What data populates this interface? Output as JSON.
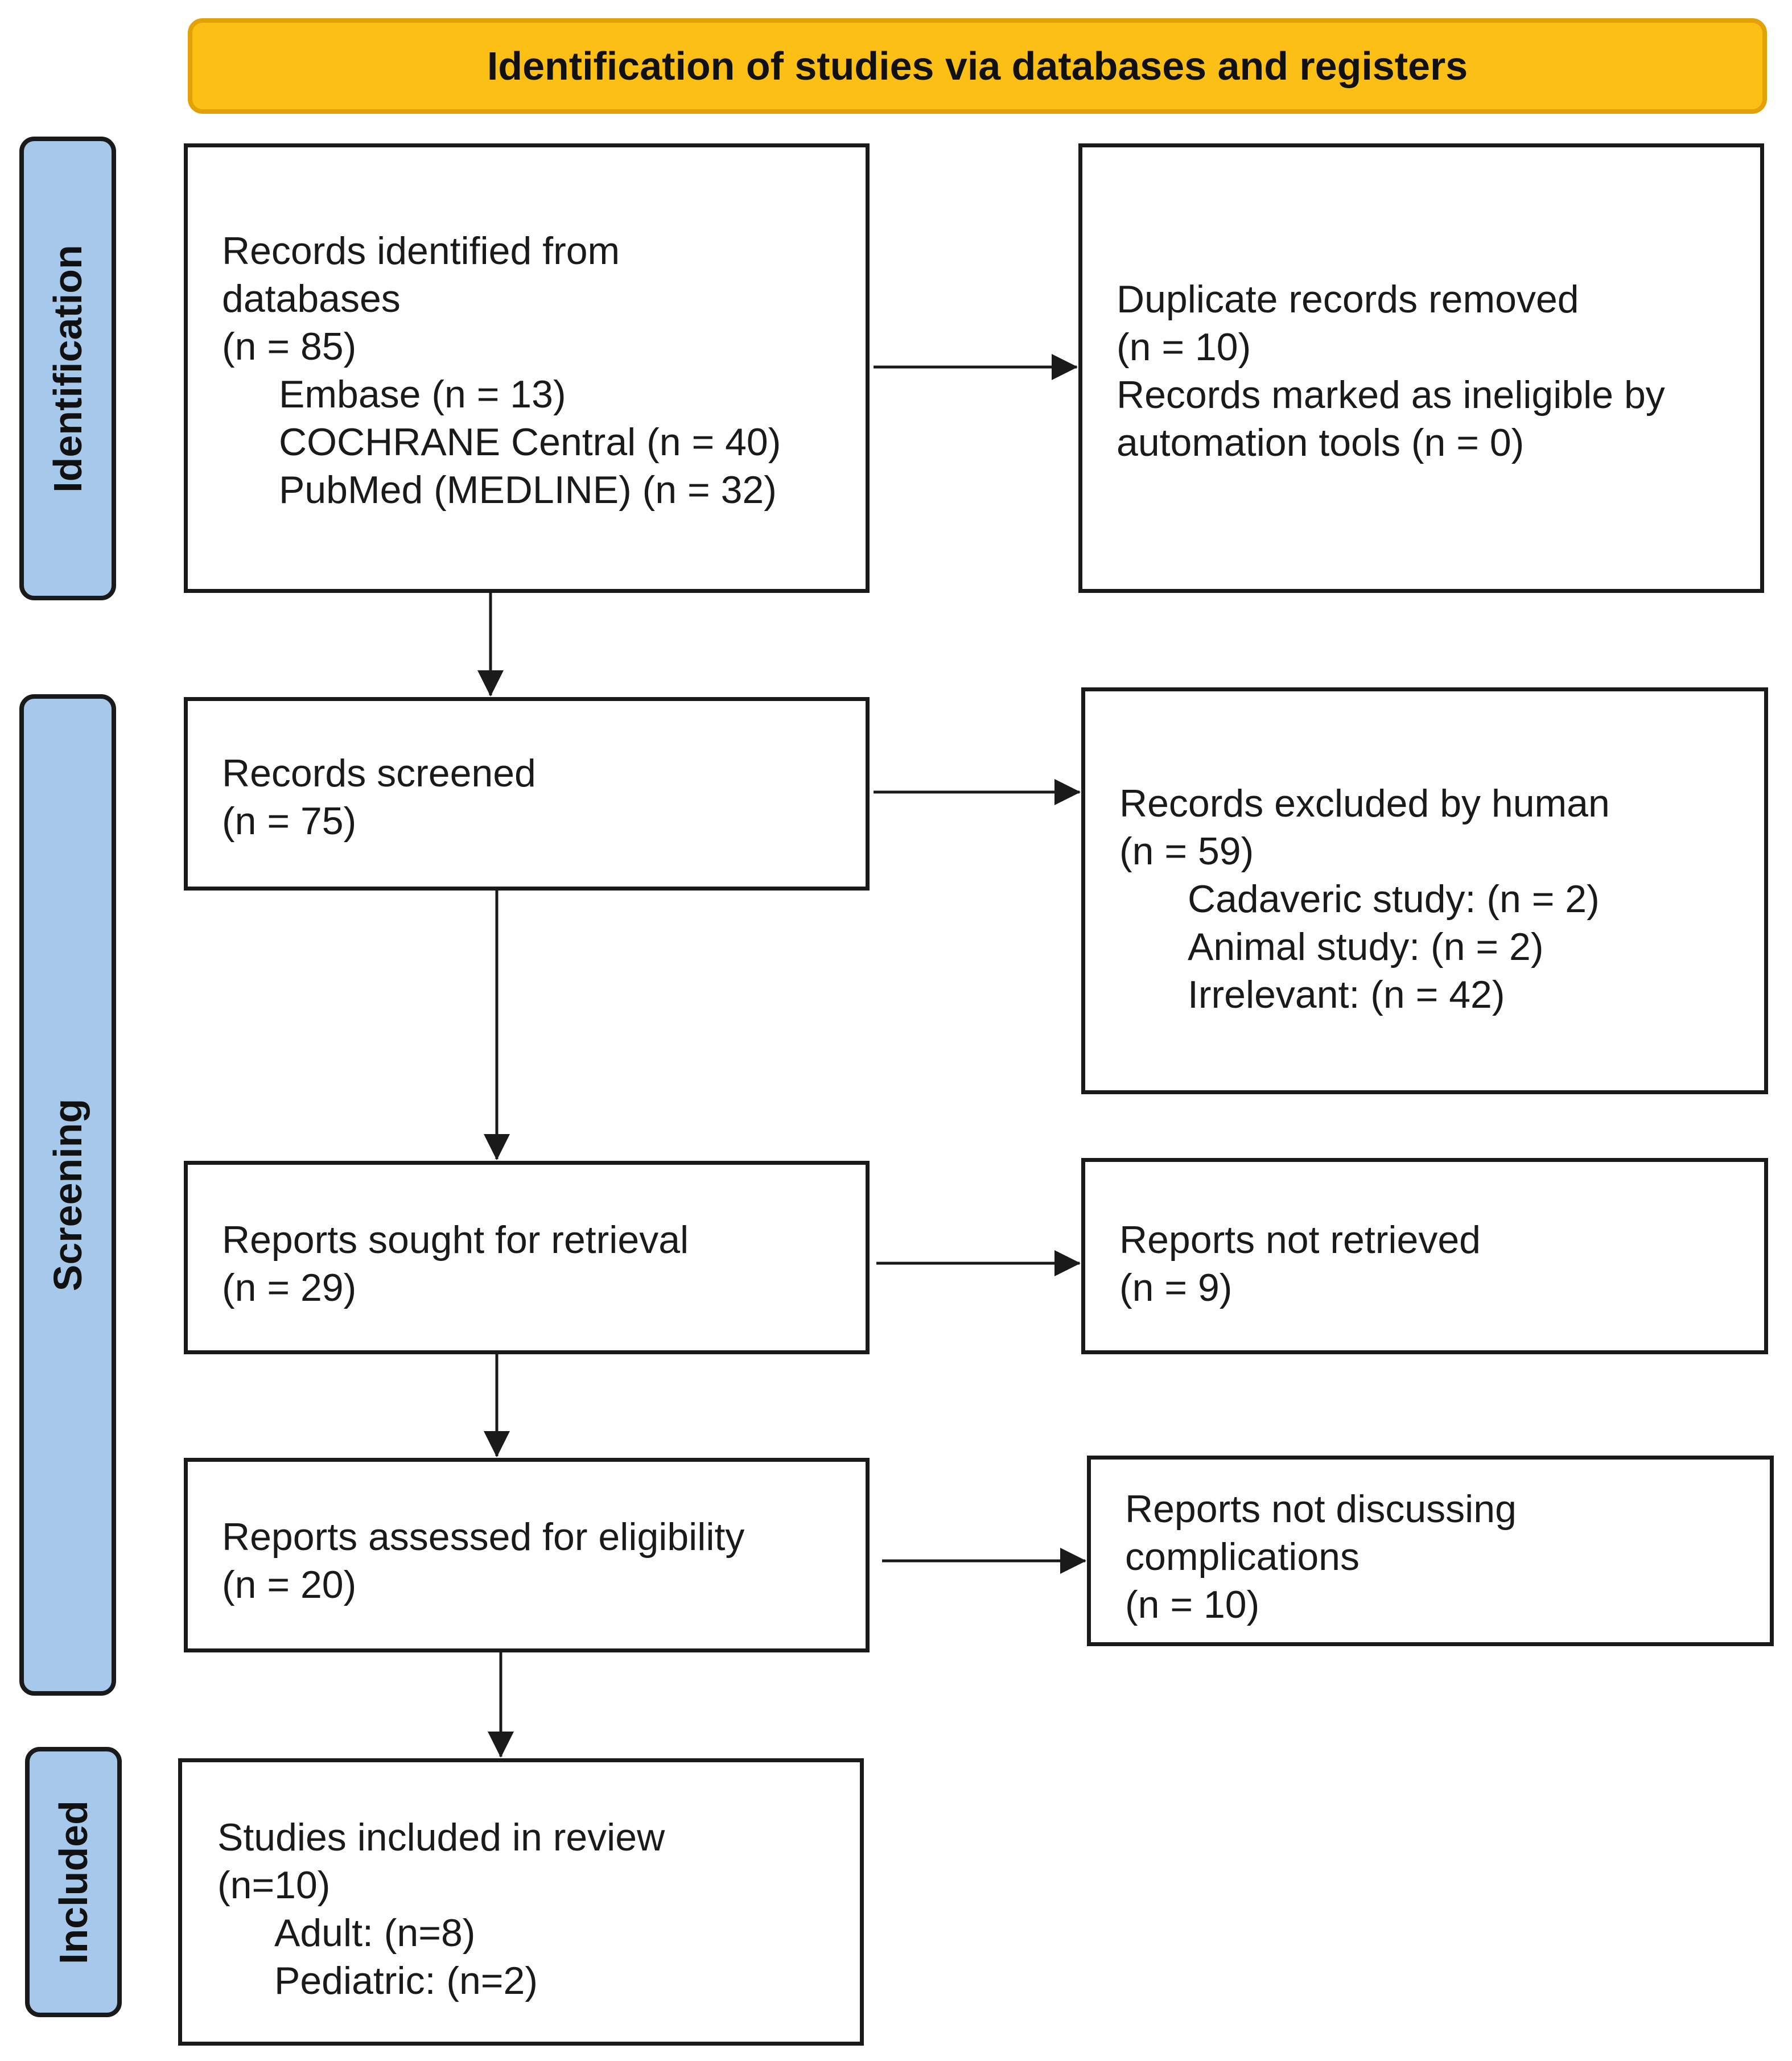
{
  "banner": {
    "title": "Identification of studies via databases and registers"
  },
  "phases": {
    "identification": "Identification",
    "screening": "Screening",
    "included": "Included"
  },
  "boxes": {
    "identified": {
      "lines": [
        "Records identified from",
        "databases",
        "(n = 85)"
      ],
      "sub": [
        "Embase (n = 13)",
        "COCHRANE Central (n = 40)",
        "PubMed (MEDLINE) (n = 32)"
      ]
    },
    "duplicates": {
      "lines": [
        "Duplicate records removed",
        "(n = 10)",
        "Records marked as ineligible by",
        "automation tools (n = 0)"
      ]
    },
    "screened": {
      "lines": [
        "Records screened",
        "(n = 75)"
      ]
    },
    "excluded": {
      "lines": [
        "Records excluded by human",
        "(n = 59)"
      ],
      "sub": [
        "Cadaveric study: (n = 2)",
        "Animal study: (n = 2)",
        "Irrelevant: (n = 42)"
      ]
    },
    "sought": {
      "lines": [
        "Reports sought for retrieval",
        "(n = 29)"
      ]
    },
    "not_retrieved": {
      "lines": [
        "Reports not retrieved",
        "(n = 9)"
      ]
    },
    "assessed": {
      "lines": [
        "Reports assessed for eligibility",
        "(n = 20)"
      ]
    },
    "not_discussing": {
      "lines": [
        "Reports not discussing",
        "complications",
        "(n = 10)"
      ]
    },
    "included": {
      "lines": [
        "Studies included in review",
        "(n=10)"
      ],
      "sub": [
        "Adult: (n=8)",
        "Pediatric: (n=2)"
      ]
    }
  }
}
